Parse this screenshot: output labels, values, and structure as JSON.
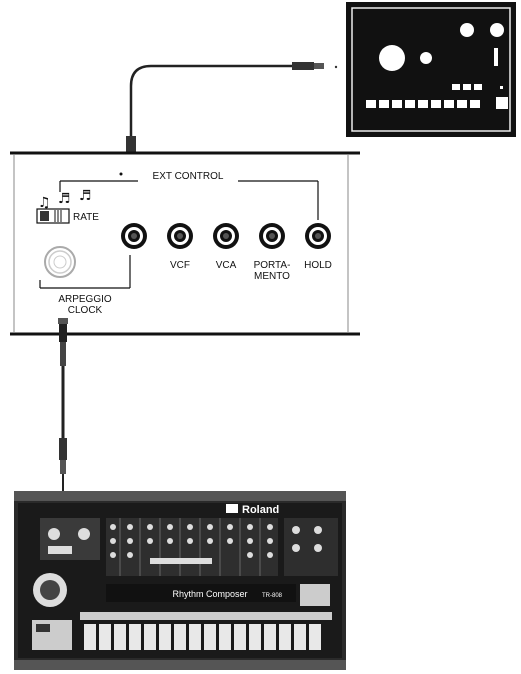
{
  "panel": {
    "ext_control_label": "EXT CONTROL",
    "rate_label": "RATE",
    "jacks": [
      {
        "id": "vcf",
        "lines": [
          "VCF"
        ]
      },
      {
        "id": "vca",
        "lines": [
          "VCA"
        ]
      },
      {
        "id": "portamento",
        "lines": [
          "PORTA-",
          "MENTO"
        ]
      },
      {
        "id": "hold",
        "lines": [
          "HOLD"
        ]
      }
    ],
    "arpeggio_clock_lines": [
      "ARPEGGIO",
      "CLOCK"
    ]
  },
  "drum_machine": {
    "brand": "Roland",
    "name": "Rhythm Composer",
    "model": "TR-808"
  }
}
